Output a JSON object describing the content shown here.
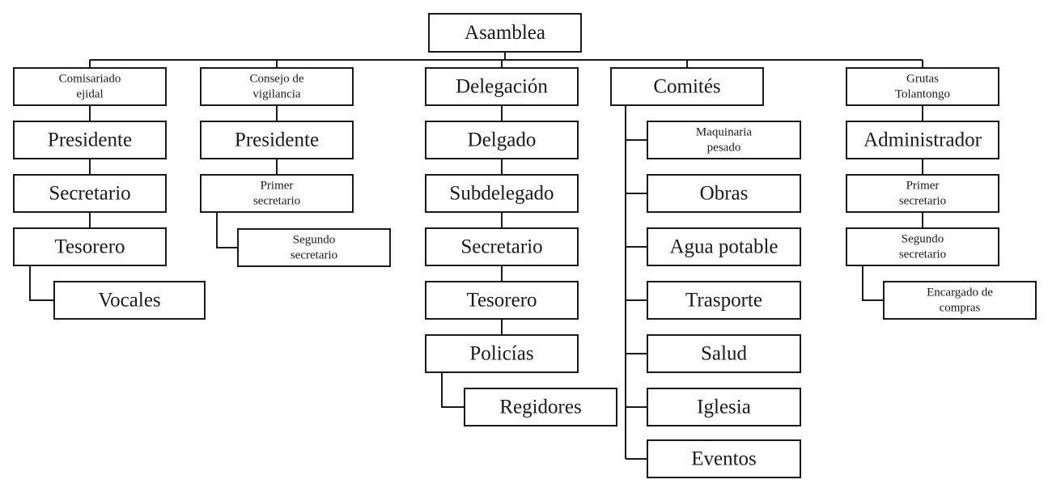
{
  "root": "Asamblea",
  "branches": [
    {
      "head": [
        "Comisariado",
        "ejidal"
      ],
      "members": [
        "Presidente",
        "Secretario",
        "Tesorero",
        "Vocales"
      ]
    },
    {
      "head": [
        "Consejo de",
        "vigilancia"
      ],
      "members": [
        "Presidente",
        [
          "Primer",
          "secretario"
        ],
        [
          "Segundo",
          "secretario"
        ]
      ]
    },
    {
      "head": [
        "Delegación"
      ],
      "members": [
        "Delgado",
        "Subdelegado",
        "Secretario",
        "Tesorero",
        "Policías",
        "Regidores"
      ]
    },
    {
      "head": [
        "Comités"
      ],
      "members": [
        [
          "Maquinaria",
          "pesado"
        ],
        "Obras",
        "Agua potable",
        "Trasporte",
        "Salud",
        "Iglesia",
        "Eventos"
      ]
    },
    {
      "head": [
        "Grutas",
        "Tolantongo"
      ],
      "members": [
        "Administrador",
        [
          "Primer",
          "secretario"
        ],
        [
          "Segundo",
          "secretario"
        ],
        [
          "Encargado de",
          "compras"
        ]
      ]
    }
  ],
  "colors": {
    "stroke": "#1a1a1a",
    "fill": "#ffffff"
  }
}
